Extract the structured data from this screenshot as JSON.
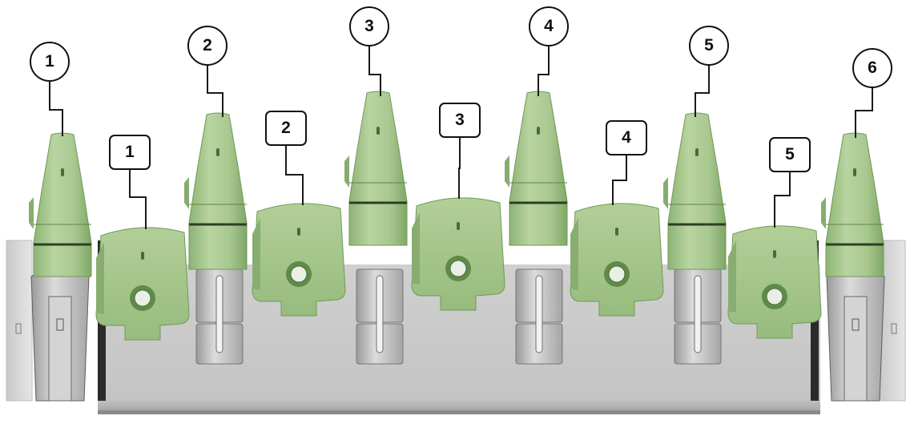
{
  "diagram": {
    "colors": {
      "tooth_light": "#b4d09c",
      "tooth_mid": "#9cbf82",
      "tooth_dark": "#6f9a58",
      "steel_light": "#e2e2e2",
      "steel_mid": "#c7c7c7",
      "steel_dark": "#8e8e8e",
      "leader": "#1a1a1a"
    },
    "upper_teeth": [
      {
        "label": "1",
        "shape": "circle"
      },
      {
        "label": "2",
        "shape": "circle"
      },
      {
        "label": "3",
        "shape": "circle"
      },
      {
        "label": "4",
        "shape": "circle"
      },
      {
        "label": "5",
        "shape": "circle"
      },
      {
        "label": "6",
        "shape": "circle"
      }
    ],
    "lower_teeth": [
      {
        "label": "1",
        "shape": "rounded-box"
      },
      {
        "label": "2",
        "shape": "rounded-box"
      },
      {
        "label": "3",
        "shape": "rounded-box"
      },
      {
        "label": "4",
        "shape": "rounded-box"
      },
      {
        "label": "5",
        "shape": "rounded-box"
      }
    ]
  }
}
